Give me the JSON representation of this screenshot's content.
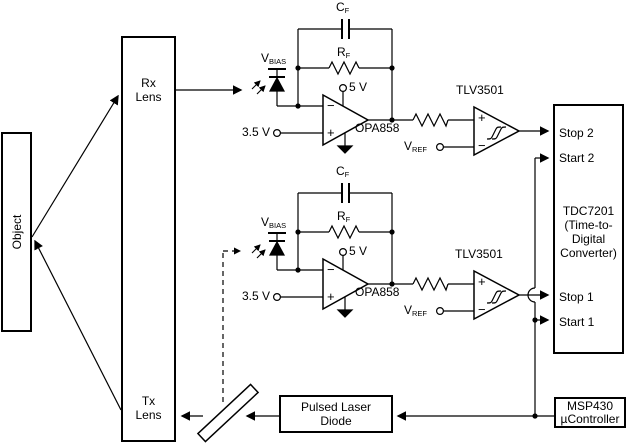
{
  "blocks": {
    "object": {
      "label": "Object"
    },
    "lens": {
      "rx": [
        "Rx",
        "Lens"
      ],
      "tx": [
        "Tx",
        "Lens"
      ]
    },
    "pld": {
      "lines": [
        "Pulsed Laser",
        "Diode"
      ]
    },
    "tdc": {
      "title": [
        "TDC7201",
        "(Time-to-",
        "Digital",
        "Converter)"
      ],
      "ports": {
        "stop2": "Stop 2",
        "start2": "Start 2",
        "stop1": "Stop 1",
        "start1": "Start 1"
      }
    },
    "msp": {
      "lines": [
        "MSP430",
        "µController"
      ]
    }
  },
  "top": {
    "vbias": {
      "main": "V",
      "sub": "BIAS"
    },
    "cf": {
      "main": "C",
      "sub": "F"
    },
    "rf": {
      "main": "R",
      "sub": "F"
    },
    "supply": "5 V",
    "bias": "3.5 V",
    "opamp": "OPA858",
    "opamp_minus": "−",
    "opamp_plus": "+",
    "comp": "TLV3501",
    "comp_plus": "+",
    "comp_minus": "−",
    "vref": {
      "main": "V",
      "sub": "REF"
    }
  },
  "bottom": {
    "vbias": {
      "main": "V",
      "sub": "BIAS"
    },
    "cf": {
      "main": "C",
      "sub": "F"
    },
    "rf": {
      "main": "R",
      "sub": "F"
    },
    "supply": "5 V",
    "bias": "3.5 V",
    "opamp": "OPA858",
    "opamp_minus": "−",
    "opamp_plus": "+",
    "comp": "TLV3501",
    "comp_plus": "+",
    "comp_minus": "−",
    "vref": {
      "main": "V",
      "sub": "REF"
    }
  },
  "colors": {
    "ink": "#000000",
    "paper": "#ffffff"
  }
}
